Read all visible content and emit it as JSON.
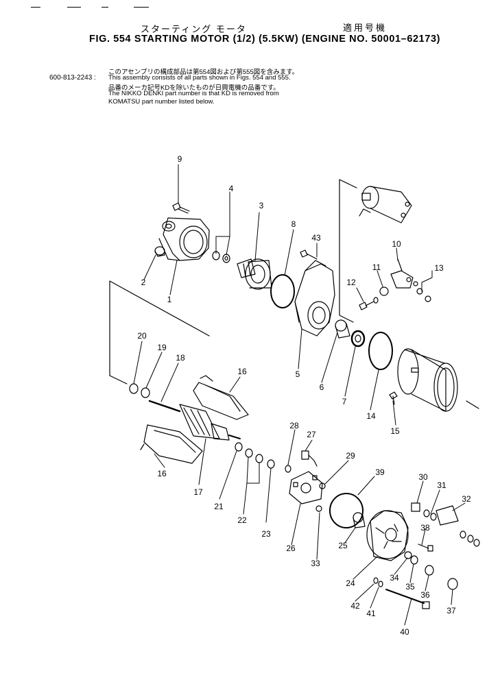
{
  "header": {
    "jp_title": "スターティング モータ",
    "jp_applicable": "適用号機",
    "fig_title": "FIG. 554  STARTING MOTOR (1/2) (5.5KW) (ENGINE NO. 50001–62173)"
  },
  "notes": {
    "part_number": "600-813-2243 :",
    "line1": "このアセンブリの構成部品は第554図および第555図を含みます。",
    "line2": "This assembly consists of all parts shown in Figs. 554 and 555.",
    "line3": "品番のメーカ記号KDを除いたものが日興電機の品番です。",
    "line4": "The NIKKO DENKI part number is that KD is removed from",
    "line5": "KOMATSU part number listed below."
  },
  "callouts": [
    {
      "n": "1"
    },
    {
      "n": "2"
    },
    {
      "n": "3"
    },
    {
      "n": "4"
    },
    {
      "n": "5"
    },
    {
      "n": "6"
    },
    {
      "n": "7"
    },
    {
      "n": "8"
    },
    {
      "n": "9"
    },
    {
      "n": "10"
    },
    {
      "n": "11"
    },
    {
      "n": "12"
    },
    {
      "n": "13"
    },
    {
      "n": "14"
    },
    {
      "n": "15"
    },
    {
      "n": "16"
    },
    {
      "n": "16"
    },
    {
      "n": "17"
    },
    {
      "n": "18"
    },
    {
      "n": "19"
    },
    {
      "n": "20"
    },
    {
      "n": "21"
    },
    {
      "n": "22"
    },
    {
      "n": "23"
    },
    {
      "n": "24"
    },
    {
      "n": "25"
    },
    {
      "n": "26"
    },
    {
      "n": "27"
    },
    {
      "n": "28"
    },
    {
      "n": "29"
    },
    {
      "n": "30"
    },
    {
      "n": "31"
    },
    {
      "n": "32"
    },
    {
      "n": "33"
    },
    {
      "n": "34"
    },
    {
      "n": "35"
    },
    {
      "n": "36"
    },
    {
      "n": "37"
    },
    {
      "n": "38"
    },
    {
      "n": "39"
    },
    {
      "n": "40"
    },
    {
      "n": "41"
    },
    {
      "n": "42"
    },
    {
      "n": "43"
    }
  ]
}
